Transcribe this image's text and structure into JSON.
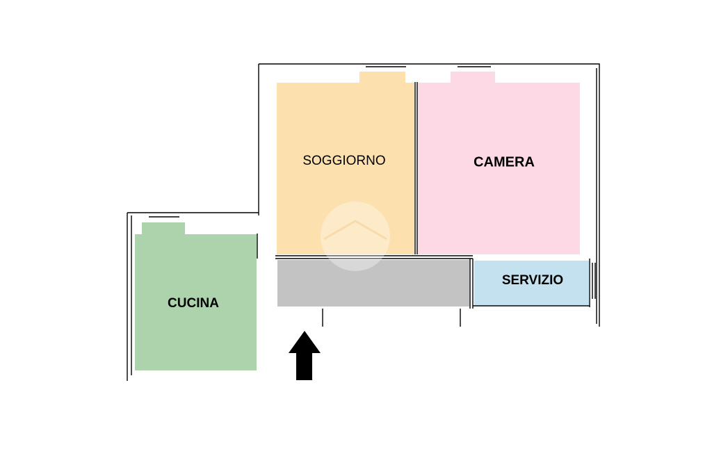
{
  "floorplan": {
    "rooms": [
      {
        "id": "soggiorno",
        "label": "SOGGIORNO",
        "color": "#fce0ad"
      },
      {
        "id": "camera",
        "label": "CAMERA",
        "color": "#fcd9e4"
      },
      {
        "id": "cucina",
        "label": "CUCINA",
        "color": "#acd3ac"
      },
      {
        "id": "servizio",
        "label": "SERVIZIO",
        "color": "#c3e1ef"
      },
      {
        "id": "corridor",
        "label": "",
        "color": "#c3c3c3"
      }
    ],
    "entrance_icon": "arrow-up-icon",
    "wall_color": "#000000"
  }
}
